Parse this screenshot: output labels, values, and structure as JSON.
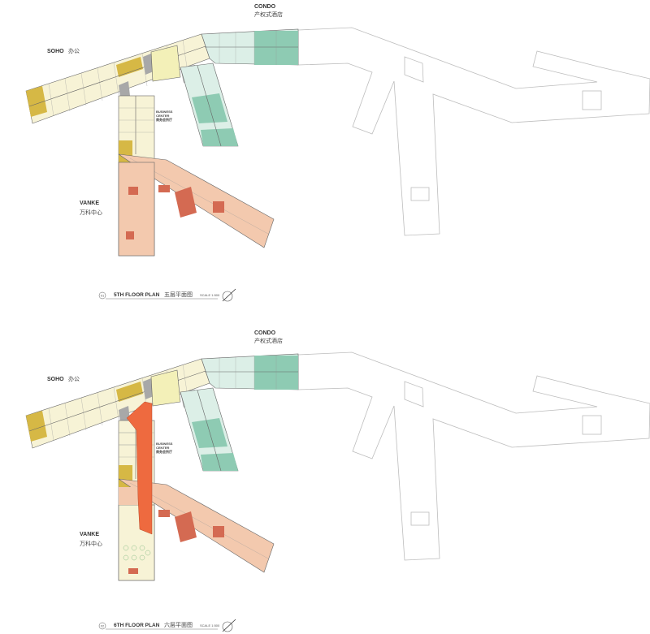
{
  "colors": {
    "soho": "#f7f3d6",
    "soho_accent": "#d6b845",
    "condo": "#dcefe7",
    "condo_accent": "#8ecbb3",
    "business": "#f3f0b8",
    "vanke": "#f3c9ae",
    "vanke_accent": "#d46a52",
    "core": "#a8a8a8",
    "corridor_6f": "#ee6a3f",
    "outline": "#bdbdbd"
  },
  "plans": [
    {
      "number": "01",
      "title": "5TH FLOOR PLAN",
      "title_cn": "五层平面图",
      "scale": "SCALE 1:500",
      "labels": {
        "soho": "SOHO",
        "soho_cn": "办公",
        "condo": "CONDO",
        "condo_cn": "产权式酒店",
        "business_1": "BUSINESS",
        "business_2": "CENTER",
        "business_cn": "商务会所厅",
        "vanke": "VANKE",
        "vanke_cn": "万科中心"
      }
    },
    {
      "number": "02",
      "title": "6TH FLOOR PLAN",
      "title_cn": "六层平面图",
      "scale": "SCALE 1:500",
      "labels": {
        "soho": "SOHO",
        "soho_cn": "办公",
        "condo": "CONDO",
        "condo_cn": "产权式酒店",
        "business_1": "BUSINESS",
        "business_2": "CENTER",
        "business_cn": "商务会所厅",
        "vanke": "VANKE",
        "vanke_cn": "万科中心"
      }
    }
  ]
}
